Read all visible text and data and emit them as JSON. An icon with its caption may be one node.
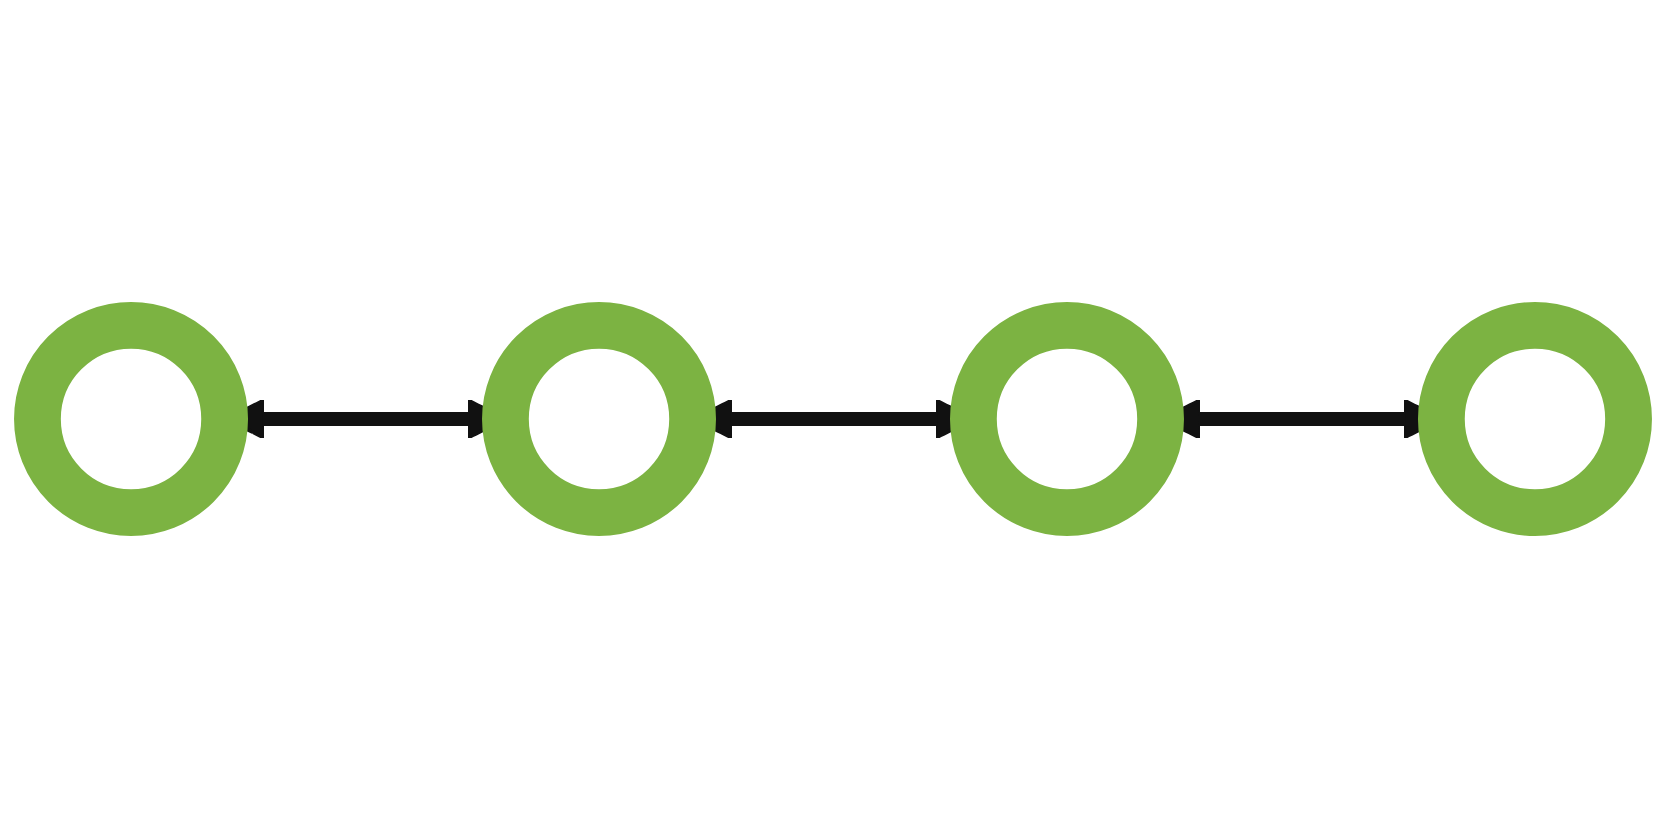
{
  "diagram": {
    "nodes": [
      {
        "text": [],
        "shape": "circle"
      },
      {
        "text": [],
        "shape": "circle"
      },
      {
        "text": [],
        "shape": "circle"
      },
      {
        "text": [],
        "shape": "circle"
      }
    ],
    "edges": [
      {
        "from": 0,
        "to": 1,
        "arrow": "both"
      },
      {
        "from": 1,
        "to": 2,
        "arrow": "both"
      },
      {
        "from": 2,
        "to": 3,
        "arrow": "both"
      }
    ]
  }
}
